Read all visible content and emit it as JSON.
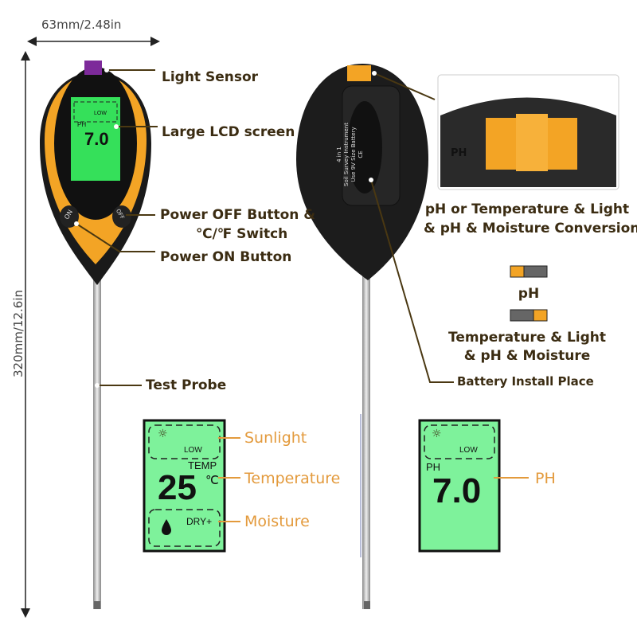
{
  "dimensions": {
    "width_label": "63mm/2.48in",
    "height_label": "320mm/12.6in"
  },
  "front_labels": {
    "light_sensor": "Light Sensor",
    "lcd_screen": "Large LCD screen",
    "power_off_line1": "Power  OFF Button &",
    "power_off_line2": "℃/℉ Switch",
    "power_on": "Power ON Button",
    "test_probe": "Test Probe"
  },
  "front_device": {
    "on_button": "ON",
    "off_button": "OFF",
    "lcd_low": "LOW",
    "lcd_ph": "PH",
    "lcd_value": "7.0"
  },
  "back_device": {
    "sticker_line1": "4 in 1",
    "sticker_line2": "Soil Survey Instrument",
    "sticker_line3": "Use 9V Size Battery",
    "sticker_ce": "CE",
    "inset_ph": "PH"
  },
  "back_labels": {
    "conversion_line1": "pH or Temperature & Light",
    "conversion_line2": "& pH & Moisture Conversion",
    "switch_ph": "pH",
    "switch_all_line1": "Temperature & Light",
    "switch_all_line2": "& pH & Moisture",
    "battery": "Battery Install Place"
  },
  "lcd_left": {
    "low": "LOW",
    "temp": "TEMP",
    "value": "25",
    "unit": "℃",
    "dry": "DRY+",
    "labels": {
      "sunlight": "Sunlight",
      "temperature": "Temperature",
      "moisture": "Moisture"
    }
  },
  "lcd_right": {
    "low": "LOW",
    "ph": "PH",
    "value": "7.0",
    "label": "PH"
  },
  "colors": {
    "accent_orange": "#e39a3c",
    "lcd_green": "#7df09a",
    "device_yellow": "#f5a623",
    "text_brown": "#3b2c12"
  }
}
